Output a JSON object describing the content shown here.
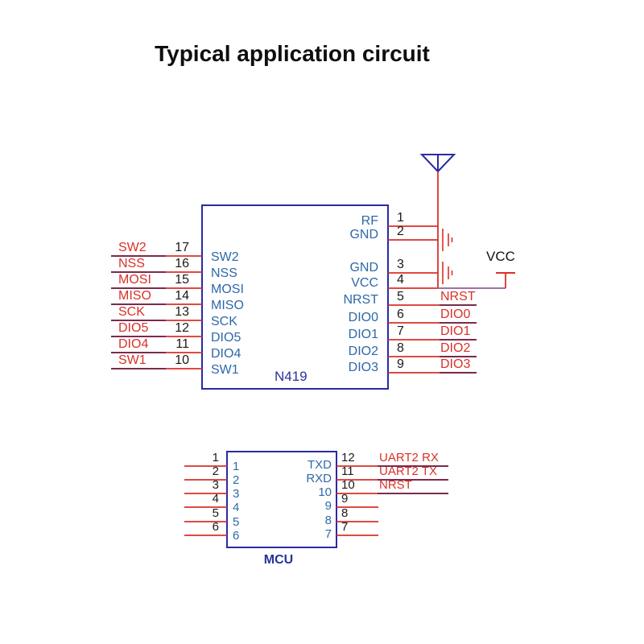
{
  "title": "Typical application circuit",
  "colors": {
    "wire_red": "#d93128",
    "net_label_red": "#d93128",
    "pin_name_blue": "#2e68aa",
    "chip_border_navy": "#2a2aa4",
    "chip_name_navy": "#27339c",
    "label_wire_maroon": "#7b2b4c",
    "vcc_wire_mauve": "#9c73a3",
    "text_black": "#1a1a1a"
  },
  "icons": {
    "antenna": "antenna-icon",
    "capacitor": "capacitor-icon",
    "vcc_power": "vcc-power-symbol"
  },
  "n419": {
    "name": "N419",
    "left_pins": [
      {
        "net": "SW2",
        "number": "17",
        "name": "SW2"
      },
      {
        "net": "NSS",
        "number": "16",
        "name": "NSS"
      },
      {
        "net": "MOSI",
        "number": "15",
        "name": "MOSI"
      },
      {
        "net": "MISO",
        "number": "14",
        "name": "MISO"
      },
      {
        "net": "SCK",
        "number": "13",
        "name": "SCK"
      },
      {
        "net": "DIO5",
        "number": "12",
        "name": "DIO5"
      },
      {
        "net": "DIO4",
        "number": "11",
        "name": "DIO4"
      },
      {
        "net": "SW1",
        "number": "10",
        "name": "SW1"
      }
    ],
    "right_pins": [
      {
        "name": "RF",
        "number": "1",
        "net": ""
      },
      {
        "name": "GND",
        "number": "2",
        "net": ""
      },
      {
        "name": "GND",
        "number": "3",
        "net": ""
      },
      {
        "name": "VCC",
        "number": "4",
        "net": ""
      },
      {
        "name": "NRST",
        "number": "5",
        "net": "NRST"
      },
      {
        "name": "DIO0",
        "number": "6",
        "net": "DIO0"
      },
      {
        "name": "DIO1",
        "number": "7",
        "net": "DIO1"
      },
      {
        "name": "DIO2",
        "number": "8",
        "net": "DIO2"
      },
      {
        "name": "DIO3",
        "number": "9",
        "net": "DIO3"
      }
    ]
  },
  "power": {
    "vcc": "VCC"
  },
  "mcu": {
    "name": "MCU",
    "left_pins": [
      {
        "name": "1",
        "number": "1"
      },
      {
        "name": "2",
        "number": "2"
      },
      {
        "name": "3",
        "number": "3"
      },
      {
        "name": "4",
        "number": "4"
      },
      {
        "name": "5",
        "number": "5"
      },
      {
        "name": "6",
        "number": "6"
      }
    ],
    "right_pins": [
      {
        "name": "TXD",
        "number": "12",
        "net": "UART2 RX"
      },
      {
        "name": "RXD",
        "number": "11",
        "net": "UART2 TX"
      },
      {
        "name": "10",
        "number": "10",
        "net": "NRST"
      },
      {
        "name": "9",
        "number": "9",
        "net": ""
      },
      {
        "name": "8",
        "number": "8",
        "net": ""
      },
      {
        "name": "7",
        "number": "7",
        "net": ""
      }
    ]
  }
}
